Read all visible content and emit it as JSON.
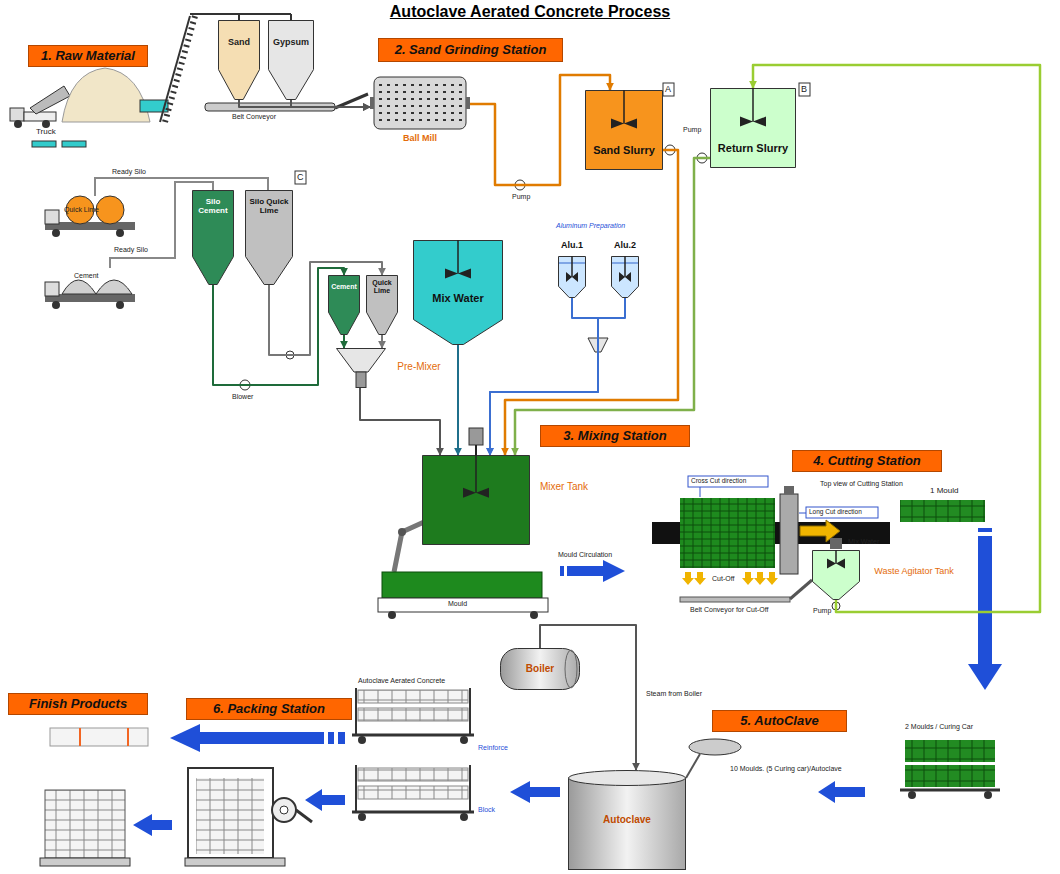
{
  "diagram": {
    "title": "Autoclave Aerated Concrete Process",
    "nodes": [
      {
        "text": [
          "1. Raw Material"
        ]
      },
      {
        "text": [
          "Sand"
        ]
      },
      {
        "text": [
          "Gypsum"
        ]
      },
      {
        "text": [
          "2. Sand Grinding Station"
        ]
      },
      {
        "text": [
          "Ball Mill"
        ]
      },
      {
        "text": [
          "Sand Slurry"
        ]
      },
      {
        "text": [
          "Return Slurry"
        ]
      },
      {
        "text": [
          "Silo Cement"
        ]
      },
      {
        "text": [
          "Silo Quick Lime"
        ]
      },
      {
        "text": [
          "Cement"
        ]
      },
      {
        "text": [
          "Quick Lime"
        ]
      },
      {
        "text": [
          "Pre-Mixer"
        ]
      },
      {
        "text": [
          "Mix Water"
        ]
      },
      {
        "text": [
          "Alu.1"
        ]
      },
      {
        "text": [
          "Alu.2"
        ]
      },
      {
        "text": [
          "3. Mixing Station"
        ]
      },
      {
        "text": [
          "Mixer Tank"
        ]
      },
      {
        "text": [
          "4. Cutting Station"
        ]
      },
      {
        "text": [
          "Waste Agitator Tank"
        ]
      },
      {
        "text": [
          "Finish Products"
        ]
      },
      {
        "text": [
          "6. Packing Station"
        ]
      },
      {
        "text": [
          "Boiler"
        ]
      },
      {
        "text": [
          "5. AutoClave"
        ]
      },
      {
        "text": [
          "Autoclave"
        ]
      }
    ],
    "edges": [
      {
        "from": 1,
        "to": 4,
        "arrow": "to"
      },
      {
        "from": 2,
        "to": 4,
        "arrow": "to"
      },
      {
        "from": 4,
        "to": 5,
        "arrow": "to"
      },
      {
        "from": 5,
        "to": 16,
        "arrow": "to"
      },
      {
        "from": 6,
        "to": 16,
        "arrow": "to"
      },
      {
        "from": 7,
        "to": 9,
        "arrow": "to"
      },
      {
        "from": 8,
        "to": 10,
        "arrow": "to"
      },
      {
        "from": 9,
        "to": 11,
        "arrow": "to"
      },
      {
        "from": 10,
        "to": 11,
        "arrow": "to"
      },
      {
        "from": 11,
        "to": 16,
        "arrow": "to"
      },
      {
        "from": 12,
        "to": 16,
        "arrow": "to"
      },
      {
        "from": 13,
        "to": 16,
        "arrow": "to"
      },
      {
        "from": 14,
        "to": 16,
        "arrow": "to"
      },
      {
        "from": 18,
        "to": 6,
        "arrow": "to"
      },
      {
        "from": 21,
        "to": 23,
        "label": "Steam from Boiler",
        "arrow": "to"
      }
    ],
    "labels": [
      "Truck",
      "Belt Conveyor",
      "Pump",
      "Pump",
      "A",
      "B",
      "C",
      "Ready Silo",
      "Ready Silo",
      "Quick Lime",
      "Cement",
      "Blower",
      "Aluminum Preparation",
      "Mould",
      "Mould Circulation",
      "Top view of Cutting Station",
      "Cross Cut direction",
      "Long Cut direction",
      "1 Mould",
      "Mix Water",
      "Cut-Off",
      "Belt Conveyor for Cut-Off",
      "Pump",
      "10 Moulds. (5 Curing car)/Autoclave",
      "2 Moulds / Curing Car",
      "Autoclave Aerated Concrete",
      "Reinforce",
      "Block"
    ]
  }
}
